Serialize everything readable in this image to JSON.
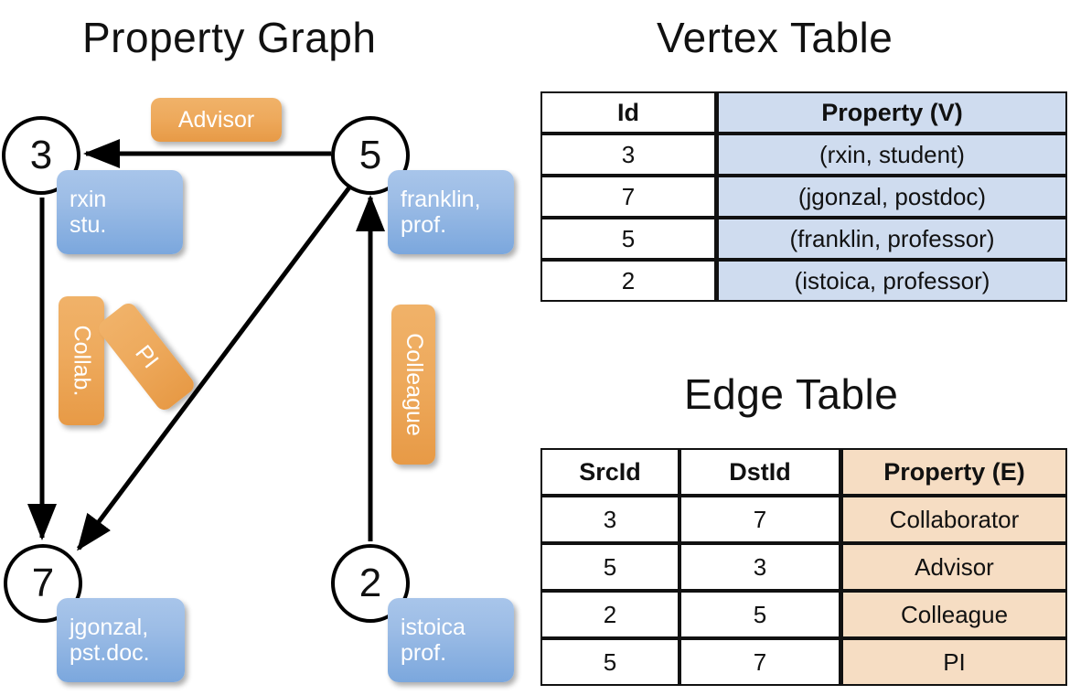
{
  "titles": {
    "property_graph": "Property Graph",
    "vertex_table": "Vertex Table",
    "edge_table": "Edge Table"
  },
  "graph": {
    "nodes": [
      {
        "id": "3",
        "property": "rxin\nstu."
      },
      {
        "id": "5",
        "property": "franklin,\nprof."
      },
      {
        "id": "7",
        "property": "jgonzal,\npst.doc."
      },
      {
        "id": "2",
        "property": "istoica\nprof."
      }
    ],
    "node_labels": {
      "n3": "3",
      "n5": "5",
      "n7": "7",
      "n2": "2"
    },
    "property_boxes": {
      "rxin_line1": "rxin",
      "rxin_line2": "stu.",
      "franklin_line1": "franklin,",
      "franklin_line2": "prof.",
      "jgonzal_line1": "jgonzal,",
      "jgonzal_line2": "pst.doc.",
      "istoica_line1": "istoica",
      "istoica_line2": "prof."
    },
    "edge_labels": {
      "advisor": "Advisor",
      "collab": "Collab.",
      "pi": "PI",
      "colleague": "Colleague"
    },
    "edges": [
      {
        "src": "5",
        "dst": "3",
        "label": "Advisor"
      },
      {
        "src": "3",
        "dst": "7",
        "label": "Collab."
      },
      {
        "src": "5",
        "dst": "7",
        "label": "PI"
      },
      {
        "src": "2",
        "dst": "5",
        "label": "Colleague"
      }
    ]
  },
  "vertex_table": {
    "headers": [
      "Id",
      "Property (V)"
    ],
    "rows": [
      {
        "id": "3",
        "property": "(rxin, student)"
      },
      {
        "id": "7",
        "property": "(jgonzal, postdoc)"
      },
      {
        "id": "5",
        "property": "(franklin, professor)"
      },
      {
        "id": "2",
        "property": "(istoica, professor)"
      }
    ]
  },
  "edge_table": {
    "headers": [
      "SrcId",
      "DstId",
      "Property (E)"
    ],
    "rows": [
      {
        "src": "3",
        "dst": "7",
        "property": "Collaborator"
      },
      {
        "src": "5",
        "dst": "3",
        "property": "Advisor"
      },
      {
        "src": "2",
        "dst": "5",
        "property": "Colleague"
      },
      {
        "src": "5",
        "dst": "7",
        "property": "PI"
      }
    ]
  },
  "colors": {
    "vertex_property_fill": "#cfdcef",
    "edge_property_fill": "#f6ddc3",
    "node_property_box": "#7ba7dd",
    "edge_label_box": "#eeaa5d",
    "stroke": "#111111",
    "background": "#ffffff"
  }
}
